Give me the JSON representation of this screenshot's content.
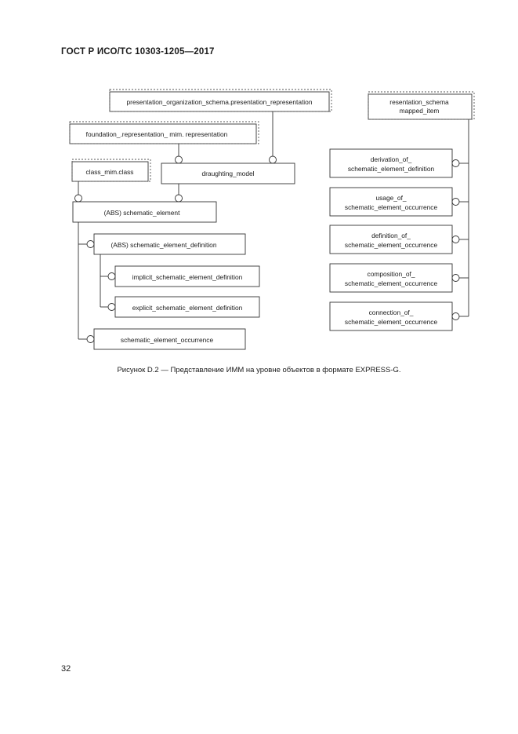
{
  "header": {
    "title": "ГОСТ Р ИСО/ТС 10303-1205—2017"
  },
  "diagram": {
    "boxes": {
      "presentation_repr": "presentation_organization_schema.presentation_representation",
      "foundation_repr": "foundation_.representation_ mim. representation",
      "class_mim": "class_mim.class",
      "draughting_model": "draughting_model",
      "schematic_element": "(ABS) schematic_element",
      "schematic_element_definition": "(ABS) schematic_element_definition",
      "implicit_definition": "implicit_schematic_element_definition",
      "explicit_definition": "explicit_schematic_element_definition",
      "schematic_element_occurrence": "schematic_element_occurrence",
      "mapped_item": {
        "line1": "resentation_schema",
        "line2": "mapped_item"
      },
      "derivation": {
        "line1": "derivation_of_",
        "line2": "schematic_element_definition"
      },
      "usage": {
        "line1": "usage_of_",
        "line2": "schematic_element_occurrence"
      },
      "definition_of": {
        "line1": "definition_of_",
        "line2": "schematic_element_occurrence"
      },
      "composition": {
        "line1": "composition_of_",
        "line2": "schematic_element_occurrence"
      },
      "connection": {
        "line1": "connection_of_",
        "line2": "schematic_element_occurrence"
      }
    }
  },
  "caption": "Рисунок D.2 — Представление ИММ на уровне объектов в формате EXPRESS-G.",
  "page_number": "32"
}
